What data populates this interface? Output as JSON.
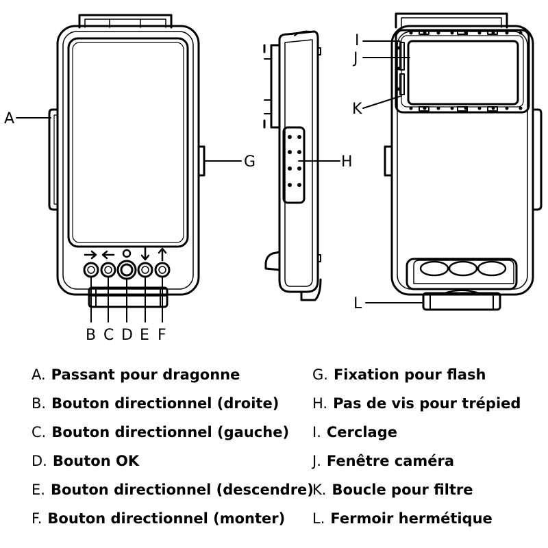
{
  "callouts": {
    "A": "A",
    "B": "B",
    "C": "C",
    "D": "D",
    "E": "E",
    "F": "F",
    "G": "G",
    "H": "H",
    "I": "I",
    "J": "J",
    "K": "K",
    "L": "L"
  },
  "legend": {
    "left": [
      {
        "letter": "A.",
        "text": "Passant pour dragonne"
      },
      {
        "letter": "B.",
        "text": "Bouton directionnel (droite)"
      },
      {
        "letter": "C.",
        "text": "Bouton directionnel (gauche)"
      },
      {
        "letter": "D.",
        "text": "Bouton OK"
      },
      {
        "letter": "E.",
        "text": "Bouton directionnel (descendre)"
      },
      {
        "letter": "F.",
        "text": "Bouton directionnel (monter)"
      }
    ],
    "right": [
      {
        "letter": "G.",
        "text": "Fixation pour flash"
      },
      {
        "letter": "H.",
        "text": "Pas de vis pour trépied"
      },
      {
        "letter": "I.",
        "text": "Cerclage"
      },
      {
        "letter": "J.",
        "text": "Fenêtre caméra"
      },
      {
        "letter": "K.",
        "text": "Boucle pour filtre"
      },
      {
        "letter": "L.",
        "text": "Fermoir hermétique"
      }
    ]
  },
  "icons": {
    "button_arrows": [
      "arrow-right-icon",
      "arrow-left-icon",
      "circle-icon",
      "arrow-down-icon",
      "arrow-up-icon"
    ]
  }
}
